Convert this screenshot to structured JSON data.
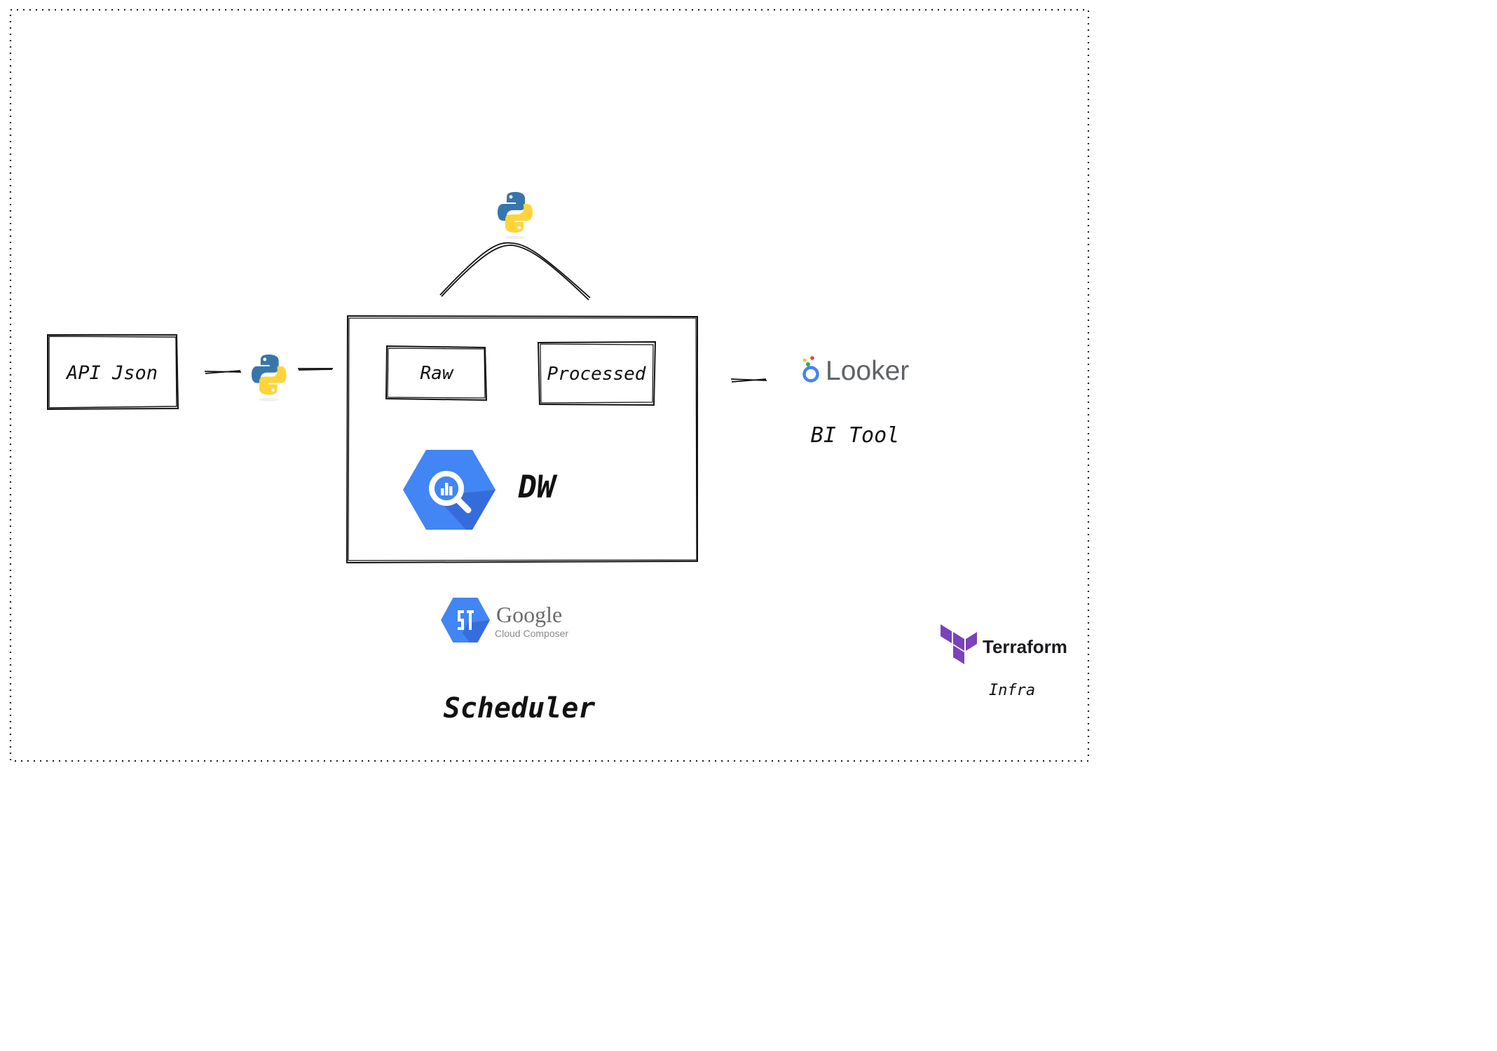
{
  "nodes": {
    "source": {
      "label": "API Json"
    },
    "dw": {
      "label": "DW"
    },
    "raw": {
      "label": "Raw"
    },
    "processed": {
      "label": "Processed"
    },
    "bi": {
      "logo_text": "Looker",
      "caption": "BI Tool"
    },
    "scheduler": {
      "logo_word": "Google",
      "logo_sub": "Cloud Composer",
      "caption": "Scheduler"
    },
    "infra": {
      "logo_text": "Terraform",
      "caption": "Infra"
    }
  },
  "icons": {
    "python": "python-icon",
    "bigquery": "bigquery-icon",
    "looker": "looker-icon",
    "composer": "cloud-composer-icon",
    "terraform": "terraform-icon"
  },
  "colors": {
    "python_blue": "#3776AB",
    "python_yellow": "#FFD43B",
    "gcp_blue": "#4285F4",
    "gcp_blue_dark": "#3367D6",
    "looker_gray": "#5F6368",
    "terraform_purple": "#7B42BC",
    "terraform_text": "#1B1B1F"
  }
}
